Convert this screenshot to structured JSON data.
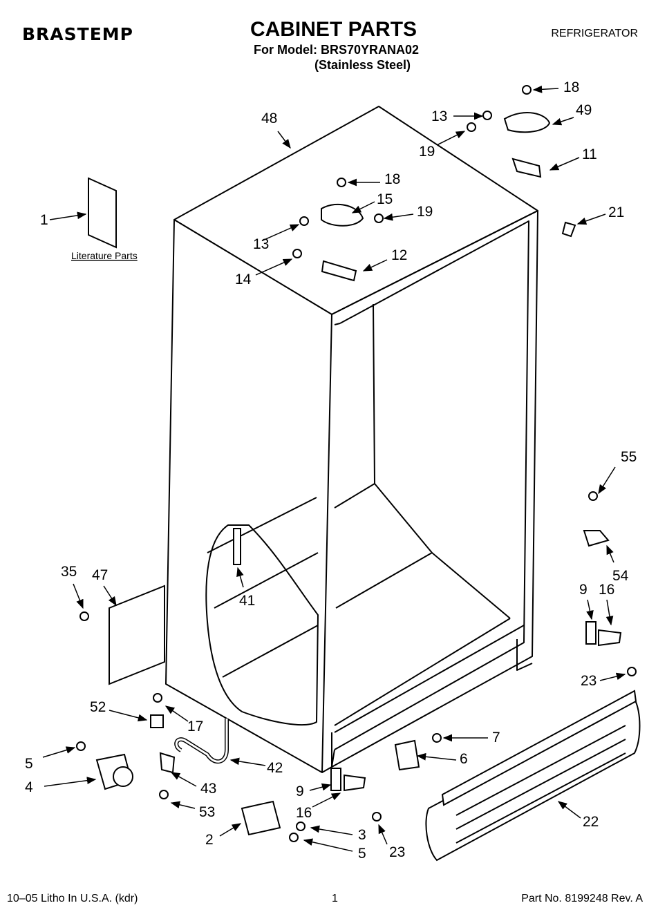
{
  "header": {
    "brand": "BRASTEMP",
    "title": "CABINET PARTS",
    "model_line": "For Model: BRS70YRANA02",
    "finish_line": "(Stainless Steel)",
    "category": "REFRIGERATOR"
  },
  "literature_label": "Literature Parts",
  "callouts": [
    "1",
    "2",
    "3",
    "4",
    "5",
    "5",
    "6",
    "7",
    "9",
    "9",
    "11",
    "12",
    "13",
    "13",
    "14",
    "15",
    "16",
    "16",
    "17",
    "18",
    "18",
    "19",
    "19",
    "21",
    "22",
    "23",
    "23",
    "35",
    "41",
    "42",
    "43",
    "47",
    "48",
    "49",
    "52",
    "53",
    "54",
    "55"
  ],
  "footer": {
    "left": "10–05 Litho In U.S.A. (kdr)",
    "page": "1",
    "part_no": "Part No. 8199248 Rev. A"
  }
}
